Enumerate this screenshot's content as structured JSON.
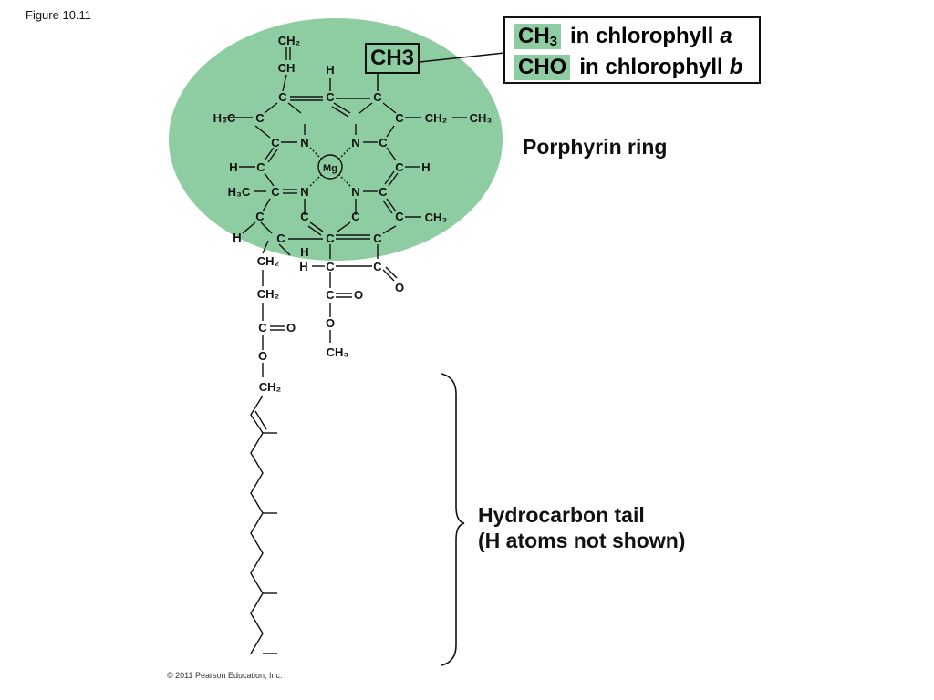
{
  "figure_label": "Figure 10.11",
  "callout": {
    "highlight_group": "CH3",
    "row_a": {
      "group": "CH",
      "group_sub": "3",
      "text": "in chlorophyll",
      "variant": "a"
    },
    "row_b": {
      "group": "CHO",
      "text": "in chlorophyll",
      "variant": "b"
    }
  },
  "porphyrin_label": "Porphyrin ring",
  "tail_label_line1": "Hydrocarbon tail",
  "tail_label_line2": "(H atoms not shown)",
  "copyright": "© 2011 Pearson Education, Inc.",
  "atoms": {
    "ch2_top": "CH₂",
    "ch_vinyl": "CH",
    "h_top": "H",
    "h3c_left": "H₃C",
    "ch2_ethyl": "CH₂",
    "ch3_ethyl": "CH₃",
    "h_left": "H",
    "mg": "Mg",
    "h_right": "H",
    "h3c_left2": "H₃C",
    "ch3_right": "CH₃",
    "h_bottom_left": "H",
    "h_bottom_mid": "H",
    "h_ring5": "H",
    "ch2_side1": "CH₂",
    "ch2_side2": "CH₂",
    "o_side1": "O",
    "o_side2": "O",
    "ch2_side3": "CH₂",
    "o_ketone": "O",
    "o_ester": "O",
    "o_ester2": "O",
    "ch3_ester": "CH₃",
    "c": "C",
    "n": "N"
  },
  "colors": {
    "ring_fill": "#8dcda1",
    "highlight": "#8dcda1",
    "ink": "#111111"
  }
}
